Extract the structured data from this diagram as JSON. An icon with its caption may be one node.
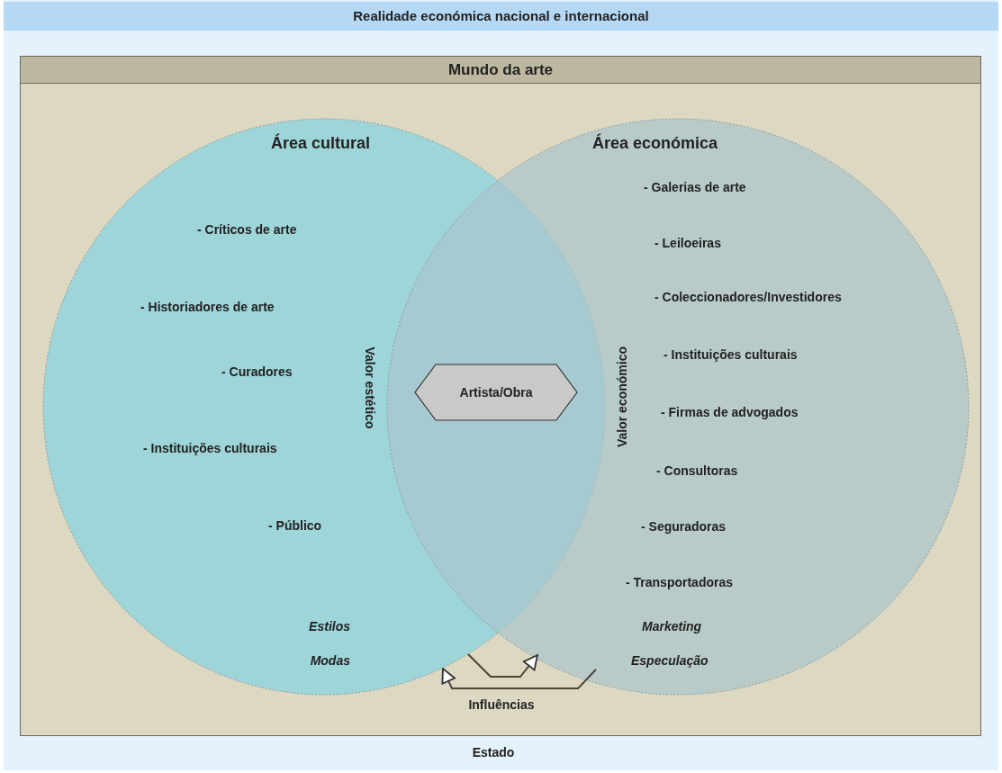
{
  "diagram": {
    "nodes": [
      {
        "text": [
          "Realidade económica nacional e internacional",
          "Estado"
        ]
      },
      {
        "text": [
          "Mundo da arte"
        ],
        "in": 0
      },
      {
        "text": [
          "Área cultural",
          "- Críticos de arte",
          "- Historiadores de arte",
          "- Curadores",
          "- Instituições culturais",
          "- Público",
          "Valor estético",
          "Estilos",
          "Modas"
        ],
        "in": 1
      },
      {
        "text": [
          "Área económica",
          "- Galerias de arte",
          "- Leiloeiras",
          "- Coleccionadores/Investidores",
          "- Instituições culturais",
          "- Firmas de advogados",
          "- Consultoras",
          "- Seguradoras",
          "- Transportadoras",
          "Valor económico",
          "Marketing",
          "Especulação"
        ],
        "in": 1
      },
      {
        "text": [
          "Artista/Obra"
        ]
      }
    ],
    "edges": [
      {
        "from": 2,
        "to": 3,
        "arrow": "to"
      },
      {
        "from": 3,
        "to": 2,
        "arrow": "to"
      }
    ],
    "labels": [
      "Influências"
    ]
  }
}
